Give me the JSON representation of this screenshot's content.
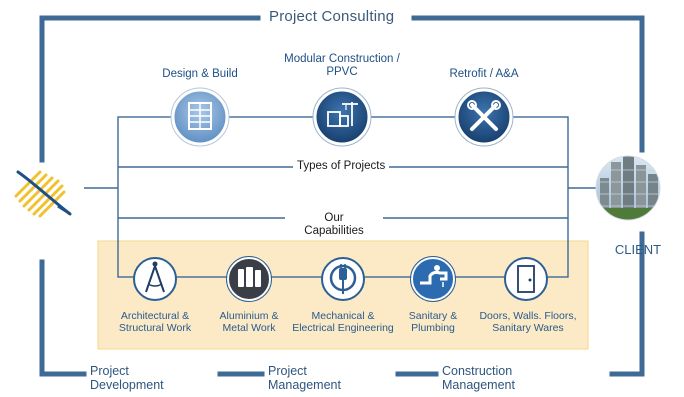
{
  "title": "Project Consulting",
  "top_services": [
    {
      "label": "Design & Build",
      "icon": "building-icon"
    },
    {
      "label": "Modular Construction /\nPPVC",
      "icon": "modular-crane-icon"
    },
    {
      "label": "Retrofit / A&A",
      "icon": "tools-icon"
    }
  ],
  "types_label": "Types of Projects",
  "capabilities_label": "Our\nCapabilities",
  "capabilities": [
    {
      "label": "Architectural &\nStructural Work",
      "icon": "compass-icon"
    },
    {
      "label": "Aluminium &\nMetal Work",
      "icon": "metal-rolls-icon"
    },
    {
      "label": "Mechanical &\nElectrical Engineering",
      "icon": "plug-icon"
    },
    {
      "label": "Sanitary &\nPlumbing",
      "icon": "faucet-icon"
    },
    {
      "label": "Doors, Walls. Floors,\nSanitary Wares",
      "icon": "door-icon"
    }
  ],
  "client_label": "CLIENT",
  "phases": [
    {
      "label": "Project\nDevelopment"
    },
    {
      "label": "Project\nManagement"
    },
    {
      "label": "Construction\nManagement"
    }
  ],
  "colors": {
    "frame": "#3e6a96",
    "dark_navy": "#1f3d66",
    "mid_blue": "#2c5f95",
    "highlight": "#fbeac5",
    "logo_yellow": "#f2c12e"
  }
}
